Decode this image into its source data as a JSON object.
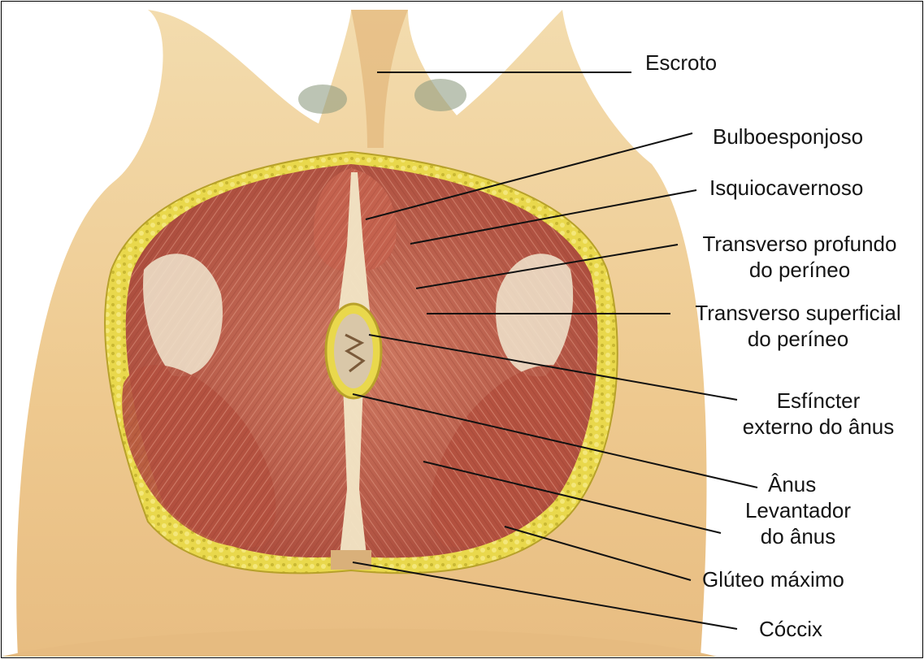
{
  "labels": {
    "escroto": "Escroto",
    "bulboesponjoso": "Bulboesponjoso",
    "isquiocavernoso": "Isquiocavernoso",
    "transverso_profundo_l1": "Transverso profundo",
    "transverso_profundo_l2": "do períneo",
    "transverso_superficial_l1": "Transverso superficial",
    "transverso_superficial_l2": "do períneo",
    "esfincter_l1": "Esfíncter",
    "esfincter_l2": "externo do ânus",
    "anus": "Ânus",
    "levantador_l1": "Levantador",
    "levantador_l2": "do ânus",
    "gluteo": "Glúteo máximo",
    "coccix": "Cóccix"
  },
  "colors": {
    "skin": "#f0d3a0",
    "skin_shadow": "#d9a865",
    "fat": "#e8d545",
    "muscle": "#c86a55",
    "muscle_dark": "#9e4335",
    "tendon": "#f3e8c8",
    "leader": "#111111"
  }
}
